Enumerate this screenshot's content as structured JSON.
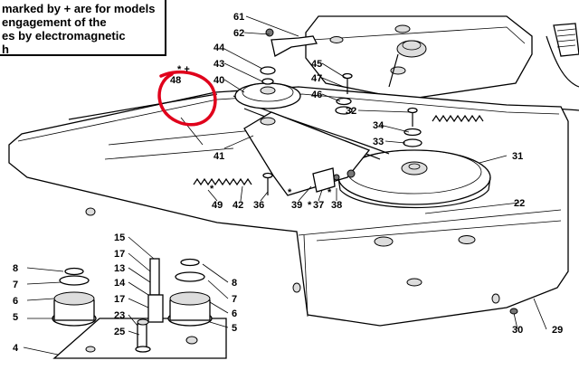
{
  "note": {
    "lines": [
      " marked by + are for models",
      "engagement of the",
      "es by electromagnetic",
      "h"
    ]
  },
  "highlight_color": "#e0001b",
  "callouts": {
    "c61": "61",
    "c62": "62",
    "c44": "44",
    "c43": "43",
    "c40": "40",
    "c45": "45",
    "c47": "47",
    "c46": "46",
    "c32": "32",
    "c34": "34",
    "c33": "33",
    "c31": "31",
    "c48": "48",
    "c48mark": "* +",
    "c41": "41",
    "c49": "49",
    "c42": "42",
    "c36": "36",
    "c39": "39",
    "c37": "37",
    "c38": "38",
    "c22": "22",
    "c15": "15",
    "c17a": "17",
    "c13": "13",
    "c14": "14",
    "c17b": "17",
    "c23": "23",
    "c25": "25",
    "c8a": "8",
    "c7a": "7",
    "c6a": "6",
    "c5a": "5",
    "c4": "4",
    "c8b": "8",
    "c7b": "7",
    "c6b": "6",
    "c5b": "5",
    "c30": "30",
    "c29": "29",
    "star49": "*",
    "star39": "*",
    "star37": "*",
    "star38": "*"
  }
}
